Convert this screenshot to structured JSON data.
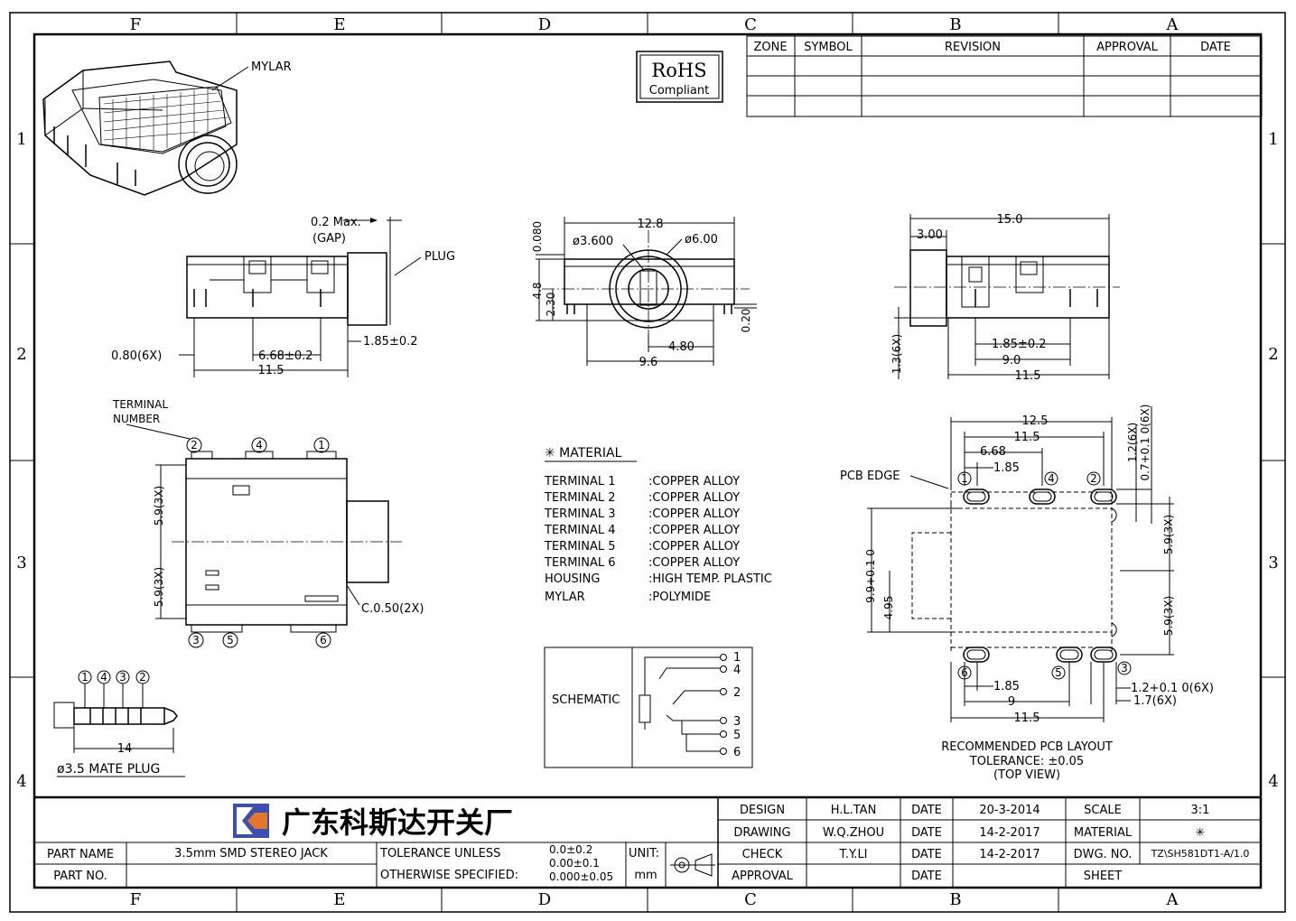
{
  "frame": {
    "columns": [
      "F",
      "E",
      "D",
      "C",
      "B",
      "A"
    ],
    "rows": [
      "1",
      "2",
      "3",
      "4"
    ]
  },
  "rohs": {
    "line1": "RoHS",
    "line2": "Compliant"
  },
  "revision_table": {
    "headers": [
      "ZONE",
      "SYMBOL",
      "REVISION",
      "APPROVAL",
      "DATE"
    ]
  },
  "iso_view": {
    "mylar_label": "MYLAR"
  },
  "side_view": {
    "gap_label_1": "0.2 Max.",
    "gap_label_2": "(GAP)",
    "plug_label": "PLUG",
    "dim_080": "0.80(6X)",
    "dim_668": "6.68±0.2",
    "dim_185": "1.85±0.2",
    "dim_115": "11.5"
  },
  "front_view": {
    "dim_080": "0.080",
    "dim_128": "12.8",
    "dim_d36": "ø3.600",
    "dim_d60": "ø6.00",
    "dim_48": "4.8",
    "dim_230": "2.30",
    "dim_020": "0.20",
    "dim_480": "4.80",
    "dim_96": "9.6"
  },
  "right_view": {
    "dim_150": "15.0",
    "dim_300": "3.00",
    "dim_13": "1.3(6X)",
    "dim_185": "1.85±0.2",
    "dim_90": "9.0",
    "dim_115": "11.5"
  },
  "top_view": {
    "terminal_label_1": "TERMINAL",
    "terminal_label_2": "NUMBER",
    "dim_59a": "5.9(3X)",
    "dim_59b": "5.9(3X)",
    "chamfer": "C.0.50(2X)",
    "terminals": [
      "2",
      "4",
      "1",
      "3",
      "5",
      "6"
    ]
  },
  "material": {
    "title": "✳ MATERIAL",
    "rows": [
      {
        "name": "TERMINAL  1",
        "value": ":COPPER  ALLOY"
      },
      {
        "name": "TERMINAL  2",
        "value": ":COPPER  ALLOY"
      },
      {
        "name": "TERMINAL  3",
        "value": ":COPPER  ALLOY"
      },
      {
        "name": "TERMINAL  4",
        "value": ":COPPER  ALLOY"
      },
      {
        "name": "TERMINAL  5",
        "value": ":COPPER  ALLOY"
      },
      {
        "name": "TERMINAL  6",
        "value": ":COPPER  ALLOY"
      },
      {
        "name": "HOUSING",
        "value": ":HIGH  TEMP.  PLASTIC"
      },
      {
        "name": "MYLAR",
        "value": ":POLYMIDE"
      }
    ]
  },
  "schematic": {
    "label": "SCHEMATIC",
    "pins": [
      "1",
      "4",
      "2",
      "3",
      "5",
      "6"
    ]
  },
  "plug": {
    "pins": [
      "1",
      "4",
      "3",
      "2"
    ],
    "dim_14": "14",
    "caption": "ø3.5 MATE PLUG"
  },
  "pcb": {
    "edge_label": "PCB EDGE",
    "dim_125": "12.5",
    "dim_115": "11.5",
    "dim_668": "6.68",
    "dim_185": "1.85",
    "dim_12_6x": "1.2(6X)",
    "dim_07": "0.7+0.1 0(6X)",
    "dim_59a": "5.9(3X)",
    "dim_59b": "5.9(3X)",
    "dim_99": "9.9+0.1 0",
    "dim_495": "4.95",
    "dim_185b": "1.85",
    "dim_9": "9",
    "dim_115b": "11.5",
    "dim_12b": "1.2+0.1 0(6X)",
    "dim_17": "1.7(6X)",
    "pins_top": [
      "1",
      "4",
      "2"
    ],
    "pins_bottom": [
      "6",
      "5",
      "3"
    ],
    "caption_1": "RECOMMENDED PCB LAYOUT",
    "caption_2": "TOLERANCE: ±0.05",
    "caption_3": "(TOP VIEW)"
  },
  "title_block": {
    "company": "广东科斯达开关厂",
    "part_name_label": "PART NAME",
    "part_name": "3.5mm  SMD  STEREO  JACK",
    "part_no_label": "PART NO.",
    "tol_1": "TOLERANCE  UNLESS",
    "tol_2": "OTHERWISE  SPECIFIED:",
    "tol_v1": "0.0±0.2",
    "tol_v2": "0.00±0.1",
    "tol_v3": "0.000±0.05",
    "unit_label": "UNIT:",
    "unit_value": "mm",
    "design_label": "DESIGN",
    "design_name": "H.L.TAN",
    "drawing_label": "DRAWING",
    "drawing_name": "W.Q.ZHOU",
    "check_label": "CHECK",
    "check_name": "T.Y.LI",
    "approval_label": "APPROVAL",
    "date_label": "DATE",
    "date_design": "20-3-2014",
    "date_drawing": "14-2-2017",
    "date_check": "14-2-2017",
    "scale_label": "SCALE",
    "scale_value": "3:1",
    "material_label": "MATERIAL",
    "material_value": "✳",
    "dwg_label": "DWG. NO.",
    "dwg_value": "TZ\\SH581DT1-A/1.0",
    "sheet_label": "SHEET"
  }
}
